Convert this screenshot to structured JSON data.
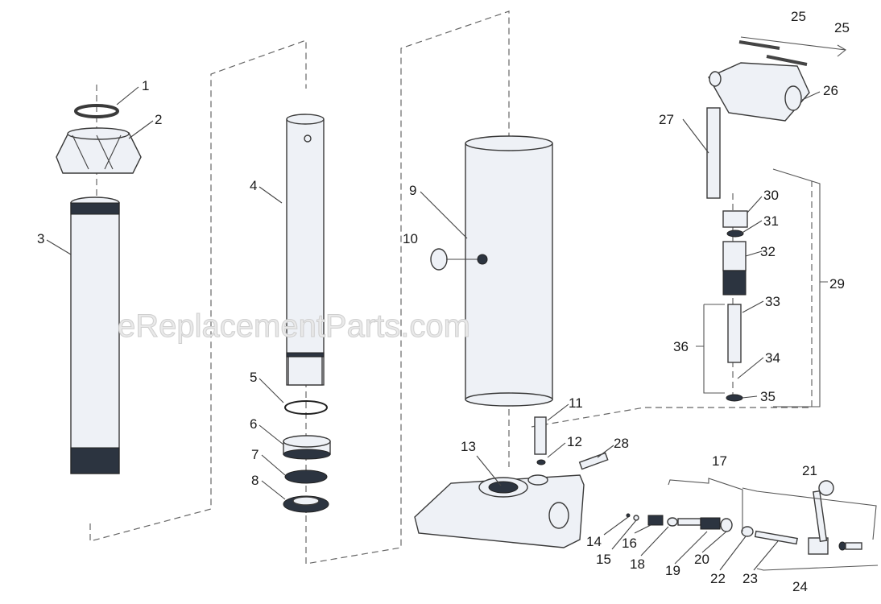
{
  "watermark": "eReplacementParts.com",
  "labels": [
    "1",
    "2",
    "3",
    "4",
    "5",
    "6",
    "7",
    "8",
    "9",
    "10",
    "11",
    "12",
    "13",
    "14",
    "15",
    "16",
    "17",
    "18",
    "19",
    "20",
    "21",
    "22",
    "23",
    "24",
    "25",
    "25",
    "26",
    "27",
    "28",
    "29",
    "30",
    "31",
    "32",
    "33",
    "34",
    "35",
    "36"
  ]
}
